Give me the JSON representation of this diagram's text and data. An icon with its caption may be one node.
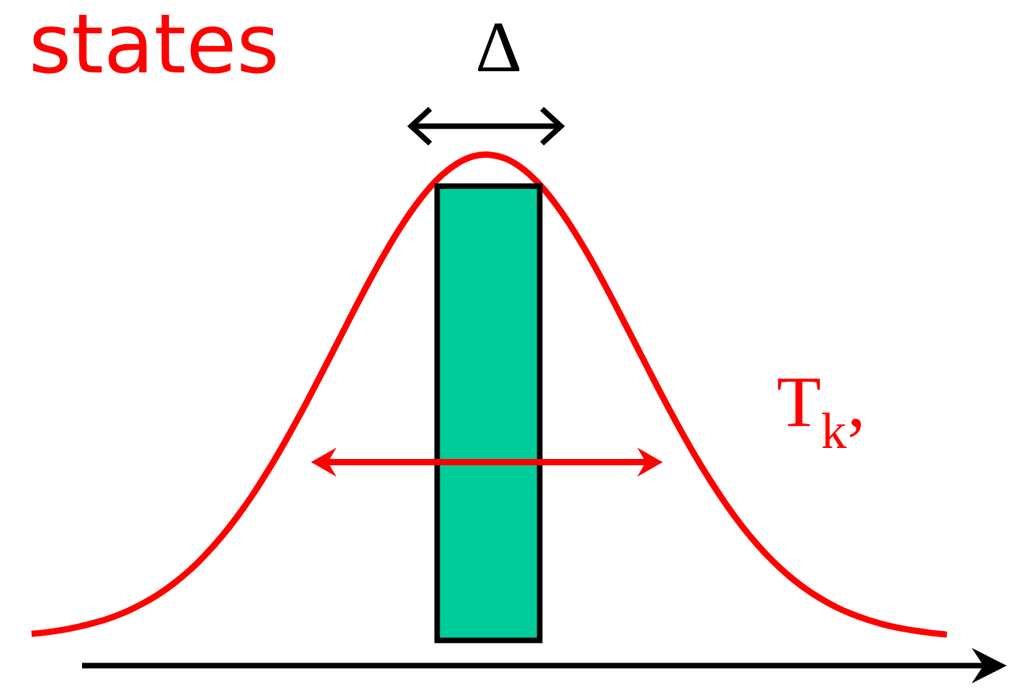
{
  "diagram": {
    "nodes": [
      {
        "text": [],
        "shape": "bar"
      }
    ],
    "labels": [
      "states",
      "Δ",
      "T$_{k}$,"
    ]
  }
}
